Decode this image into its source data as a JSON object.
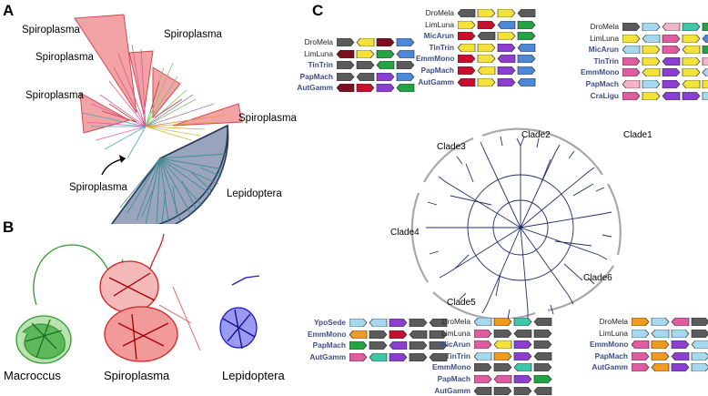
{
  "panels": {
    "a": {
      "letter": "A"
    },
    "b": {
      "letter": "B"
    },
    "c": {
      "letter": "C"
    }
  },
  "panel_a": {
    "spiroplasma_labels": [
      "Spiroplasma",
      "Spiroplasma",
      "Spiroplasma",
      "Spiroplasma",
      "Spiroplasma",
      "Spiroplasma"
    ],
    "lepidoptera_label": "Lepidoptera"
  },
  "panel_b": {
    "labels": [
      "Macroccus",
      "Spiroplasma",
      "Lepidoptera"
    ],
    "colors": {
      "macroccus": "#2e9a2e",
      "spiroplasma": "#d21f1f",
      "lepidoptera": "#1a1acc"
    }
  },
  "panel_c": {
    "clades": [
      "Clade1",
      "Clade2",
      "Clade3",
      "Clade4",
      "Clade5",
      "Clade6"
    ],
    "tree_color": "#1f2f6b",
    "gene_colors": {
      "gray": "#5b5b5b",
      "red": "#c8102e",
      "yellow": "#f2e23a",
      "blue": "#4d88d6",
      "green": "#25a244",
      "purple": "#8a3fd1",
      "pink": "#e05ca0",
      "lightblue": "#a6d8f0",
      "orange": "#f09a20",
      "teal": "#40c6a8",
      "lightpink": "#f4b4c8",
      "darkred": "#7a1020"
    },
    "synteny_groups": [
      {
        "id": "g1",
        "rows": [
          {
            "name": "DroMela",
            "hl": false,
            "genes": [
              "gray",
              "yellow",
              "darkred",
              "blue"
            ]
          },
          {
            "name": "LimLuna",
            "hl": false,
            "genes": [
              "darkred",
              "yellow",
              "green",
              "blue"
            ]
          },
          {
            "name": "TinTrin",
            "hl": true,
            "genes": [
              "gray",
              "gray",
              "green",
              "gray"
            ]
          },
          {
            "name": "PapMach",
            "hl": true,
            "genes": [
              "gray",
              "gray",
              "purple",
              "blue"
            ]
          },
          {
            "name": "AutGamm",
            "hl": true,
            "genes": [
              "darkred",
              "red",
              "purple",
              "green"
            ]
          }
        ]
      },
      {
        "id": "g2",
        "rows": [
          {
            "name": "DroMela",
            "hl": false,
            "genes": [
              "gray",
              "yellow",
              "yellow",
              "gray"
            ]
          },
          {
            "name": "LimLuna",
            "hl": false,
            "genes": [
              "yellow",
              "red",
              "blue",
              "green"
            ]
          },
          {
            "name": "MicArun",
            "hl": true,
            "genes": [
              "red",
              "gray",
              "yellow",
              "green"
            ]
          },
          {
            "name": "TinTrin",
            "hl": true,
            "genes": [
              "yellow",
              "yellow",
              "purple",
              "blue"
            ]
          },
          {
            "name": "EmmMono",
            "hl": true,
            "genes": [
              "red",
              "yellow",
              "purple",
              "blue"
            ]
          },
          {
            "name": "PapMach",
            "hl": true,
            "genes": [
              "red",
              "yellow",
              "purple",
              "blue"
            ]
          },
          {
            "name": "AutGamm",
            "hl": true,
            "genes": [
              "red",
              "yellow",
              "purple",
              "blue"
            ]
          }
        ]
      },
      {
        "id": "g3",
        "rows": [
          {
            "name": "DroMela",
            "hl": false,
            "genes": [
              "gray",
              "lightblue",
              "lightpink",
              "teal",
              "green"
            ]
          },
          {
            "name": "LimLuna",
            "hl": false,
            "genes": [
              "yellow",
              "lightblue",
              "pink",
              "yellow",
              "blue"
            ]
          },
          {
            "name": "MicArun",
            "hl": true,
            "genes": [
              "lightblue",
              "yellow",
              "pink",
              "yellow",
              "green"
            ]
          },
          {
            "name": "TinTrin",
            "hl": true,
            "genes": [
              "pink",
              "yellow",
              "purple",
              "yellow",
              "lightpink"
            ]
          },
          {
            "name": "EmmMono",
            "hl": true,
            "genes": [
              "pink",
              "yellow",
              "purple",
              "yellow",
              "lightblue"
            ]
          },
          {
            "name": "PapMach",
            "hl": true,
            "genes": [
              "lightpink",
              "lightblue",
              "purple",
              "yellow",
              "yellow"
            ]
          },
          {
            "name": "CraLigu",
            "hl": true,
            "genes": [
              "pink",
              "yellow",
              "purple",
              "purple",
              "lightblue"
            ]
          }
        ]
      },
      {
        "id": "g4",
        "rows": [
          {
            "name": "YpoSede",
            "hl": true,
            "genes": [
              "lightblue",
              "lightblue",
              "purple",
              "gray",
              "gray"
            ]
          },
          {
            "name": "EmmMono",
            "hl": true,
            "genes": [
              "orange",
              "gray",
              "red",
              "gray",
              "gray"
            ]
          },
          {
            "name": "PapMach",
            "hl": true,
            "genes": [
              "green",
              "gray",
              "purple",
              "gray",
              "gray"
            ]
          },
          {
            "name": "AutGamm",
            "hl": true,
            "genes": [
              "pink",
              "teal",
              "purple",
              "gray",
              "gray"
            ]
          }
        ]
      },
      {
        "id": "g5",
        "rows": [
          {
            "name": "DroMela",
            "hl": false,
            "genes": [
              "lightblue",
              "orange",
              "teal",
              "gray"
            ]
          },
          {
            "name": "LimLuna",
            "hl": false,
            "genes": [
              "pink",
              "gray",
              "gray",
              "gray"
            ]
          },
          {
            "name": "MicArun",
            "hl": true,
            "genes": [
              "pink",
              "yellow",
              "purple",
              "gray"
            ]
          },
          {
            "name": "TinTrin",
            "hl": true,
            "genes": [
              "lightblue",
              "orange",
              "purple",
              "gray"
            ]
          },
          {
            "name": "EmmMono",
            "hl": true,
            "genes": [
              "gray",
              "gray",
              "teal",
              "gray"
            ]
          },
          {
            "name": "PapMach",
            "hl": true,
            "genes": [
              "pink",
              "pink",
              "purple",
              "green"
            ]
          },
          {
            "name": "AutGamm",
            "hl": true,
            "genes": [
              "gray",
              "gray",
              "gray",
              "gray"
            ]
          }
        ]
      },
      {
        "id": "g6",
        "rows": [
          {
            "name": "DroMela",
            "hl": false,
            "genes": [
              "orange",
              "lightblue",
              "pink",
              "gray"
            ]
          },
          {
            "name": "LimLuna",
            "hl": false,
            "genes": [
              "lightblue",
              "lightblue",
              "lightblue",
              "gray"
            ]
          },
          {
            "name": "EmmMono",
            "hl": true,
            "genes": [
              "pink",
              "orange",
              "purple",
              "lightblue",
              "gray"
            ]
          },
          {
            "name": "PapMach",
            "hl": true,
            "genes": [
              "pink",
              "orange",
              "purple",
              "lightblue",
              "green"
            ]
          },
          {
            "name": "AutGamm",
            "hl": true,
            "genes": [
              "pink",
              "orange",
              "purple",
              "lightblue",
              "green"
            ]
          }
        ]
      }
    ]
  }
}
